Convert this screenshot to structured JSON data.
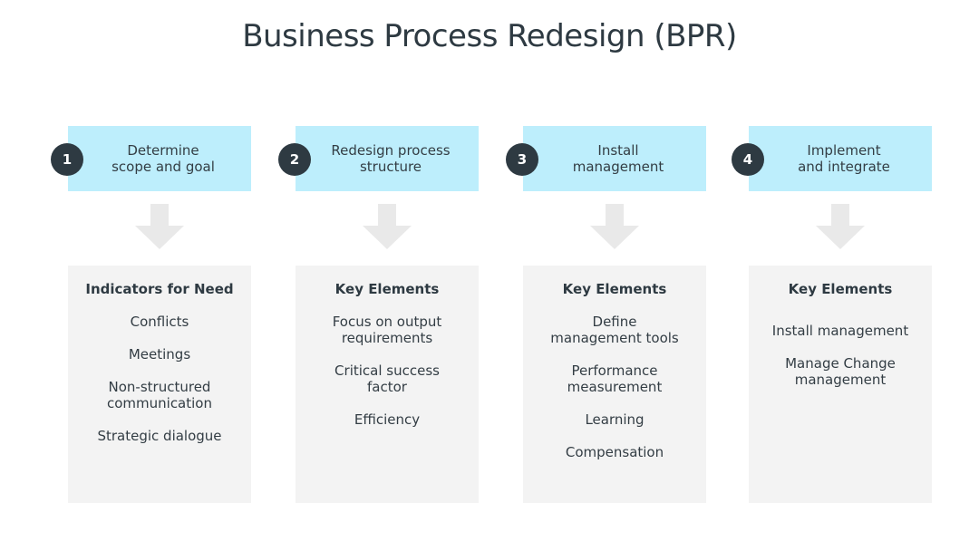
{
  "title": "Business Process Redesign (BPR)",
  "colors": {
    "header_bg": "#bdeefc",
    "badge_bg": "#2e3a42",
    "box_bg": "#f3f3f3",
    "arrow": "#e9e9e9"
  },
  "steps": [
    {
      "number": "1",
      "label": "Determine\nscope and goal",
      "box_title": "Indicators for Need",
      "items": [
        "Conflicts",
        "Meetings",
        "Non-structured\ncommunication",
        "Strategic dialogue"
      ]
    },
    {
      "number": "2",
      "label": "Redesign process\nstructure",
      "box_title": "Key Elements",
      "items": [
        "Focus on output\nrequirements",
        "Critical success\nfactor",
        "Efficiency"
      ]
    },
    {
      "number": "3",
      "label": "Install\nmanagement",
      "box_title": "Key Elements",
      "items": [
        "Define\nmanagement tools",
        "Performance\nmeasurement",
        "Learning",
        "Compensation"
      ]
    },
    {
      "number": "4",
      "label": "Implement\nand integrate",
      "box_title": "Key Elements",
      "items": [
        "Install management",
        "Manage Change\nmanagement"
      ]
    }
  ]
}
